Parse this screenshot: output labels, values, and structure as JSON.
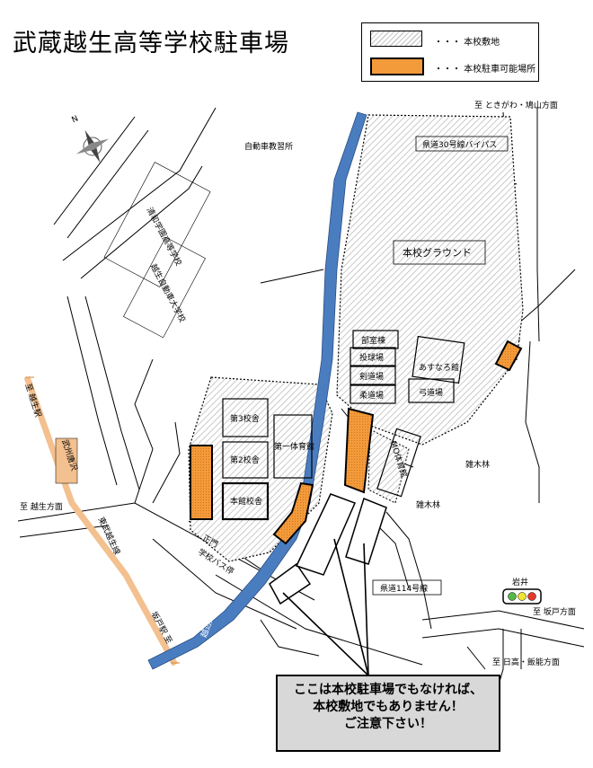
{
  "title": "武蔵越生高等学校駐車場",
  "legend": {
    "campus_label": "・・・ 本校敷地",
    "parking_label": "・・・ 本校駐車可能場所"
  },
  "map_labels": {
    "north": "N",
    "to_tokigawa": "至 ときがわ・鳩山方面",
    "driving_school": "自動車教習所",
    "bypass": "県道30号線バイパス",
    "ground": "本校グラウンド",
    "seiwa": "清和学園高等学校",
    "ogose_driving_univ": "越生自動車大学校",
    "club_building": "部室棟",
    "pitching": "投球場",
    "gymnasium_training": "剣道場",
    "judo": "柔道場",
    "asunaro": "あすなろ館",
    "archery": "弓道場",
    "mo_gym": "MO体育館",
    "zoki_1": "雑木林",
    "zoki_2": "雑木林",
    "bldg3": "第3校舎",
    "bldg2": "第2校舎",
    "main_bldg": "本館校舎",
    "gym1": "第一体育館",
    "main_gate": "正門",
    "bus_stop": "学校バス停",
    "river": "越辺川",
    "station_ogose": "至 越生駅",
    "station_bushu": "武州唐沢",
    "to_ogose_dir": "至 越生方面",
    "tobu_line": "東武越生線",
    "sakado": "坂戸駅 至",
    "route114": "県道114号線",
    "iwai": "岩井",
    "to_sakado": "至 坂戸方面",
    "to_hidaka": "至 日高・飯能方面"
  },
  "notice": {
    "line1": "ここは本校駐車場でもなければ、",
    "line2": "本校敷地でもありません！",
    "line3": "ご注意下さい！"
  },
  "colors": {
    "river": "#4a7dc0",
    "parking": "#f39a3a",
    "rail": "#f3c08f",
    "hatch": "#c9c9c9"
  }
}
